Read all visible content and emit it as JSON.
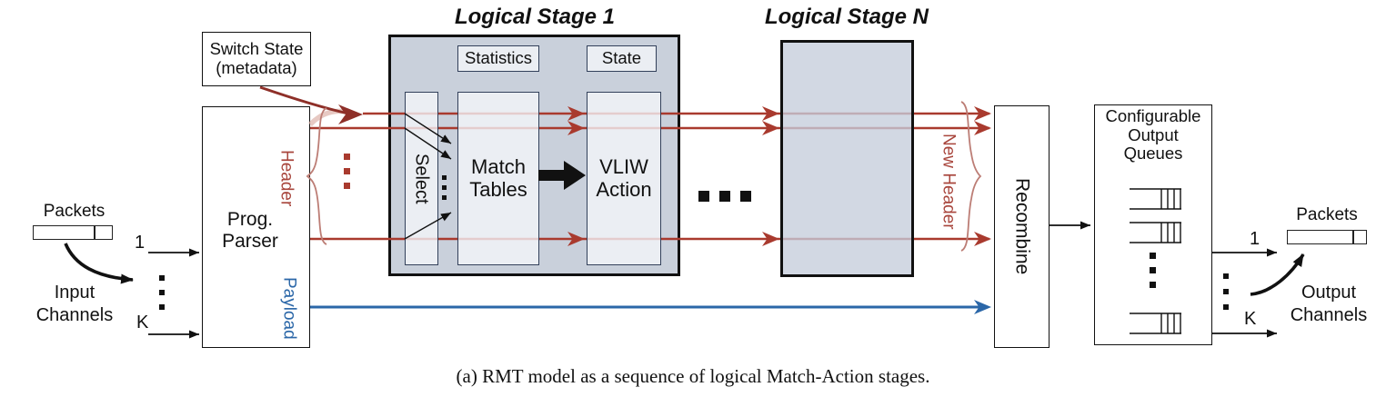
{
  "figure": {
    "caption": "(a) RMT model as a sequence of logical Match-Action stages."
  },
  "input": {
    "packets_label": "Packets",
    "channels_line1": "Input",
    "channels_line2": "Channels",
    "first_channel": "1",
    "last_channel": "K"
  },
  "switch_state": {
    "line1": "Switch State",
    "line2": "(metadata)"
  },
  "parser": {
    "line1": "Prog.",
    "line2": "Parser",
    "header_label": "Header",
    "payload_label": "Payload"
  },
  "stage1": {
    "title": "Logical Stage 1",
    "statistics": "Statistics",
    "state": "State",
    "select": "Select",
    "match_line1": "Match",
    "match_line2": "Tables",
    "vliw_line1": "VLIW",
    "vliw_line2": "Action"
  },
  "stageN": {
    "title": "Logical Stage N"
  },
  "new_header_label": "New Header",
  "recombine_label": "Recombine",
  "queues": {
    "line1": "Configurable",
    "line2": "Output",
    "line3": "Queues"
  },
  "output": {
    "packets_label": "Packets",
    "channels_line1": "Output",
    "channels_line2": "Channels",
    "first_channel": "1",
    "last_channel": "K"
  },
  "colors": {
    "header_red": "#a93a2e",
    "metadata_dark_red": "#8e2f28",
    "payload_blue": "#2b67a8",
    "stage_fill": "#c9d0db",
    "inner_box_fill": "#e9ebf1"
  }
}
